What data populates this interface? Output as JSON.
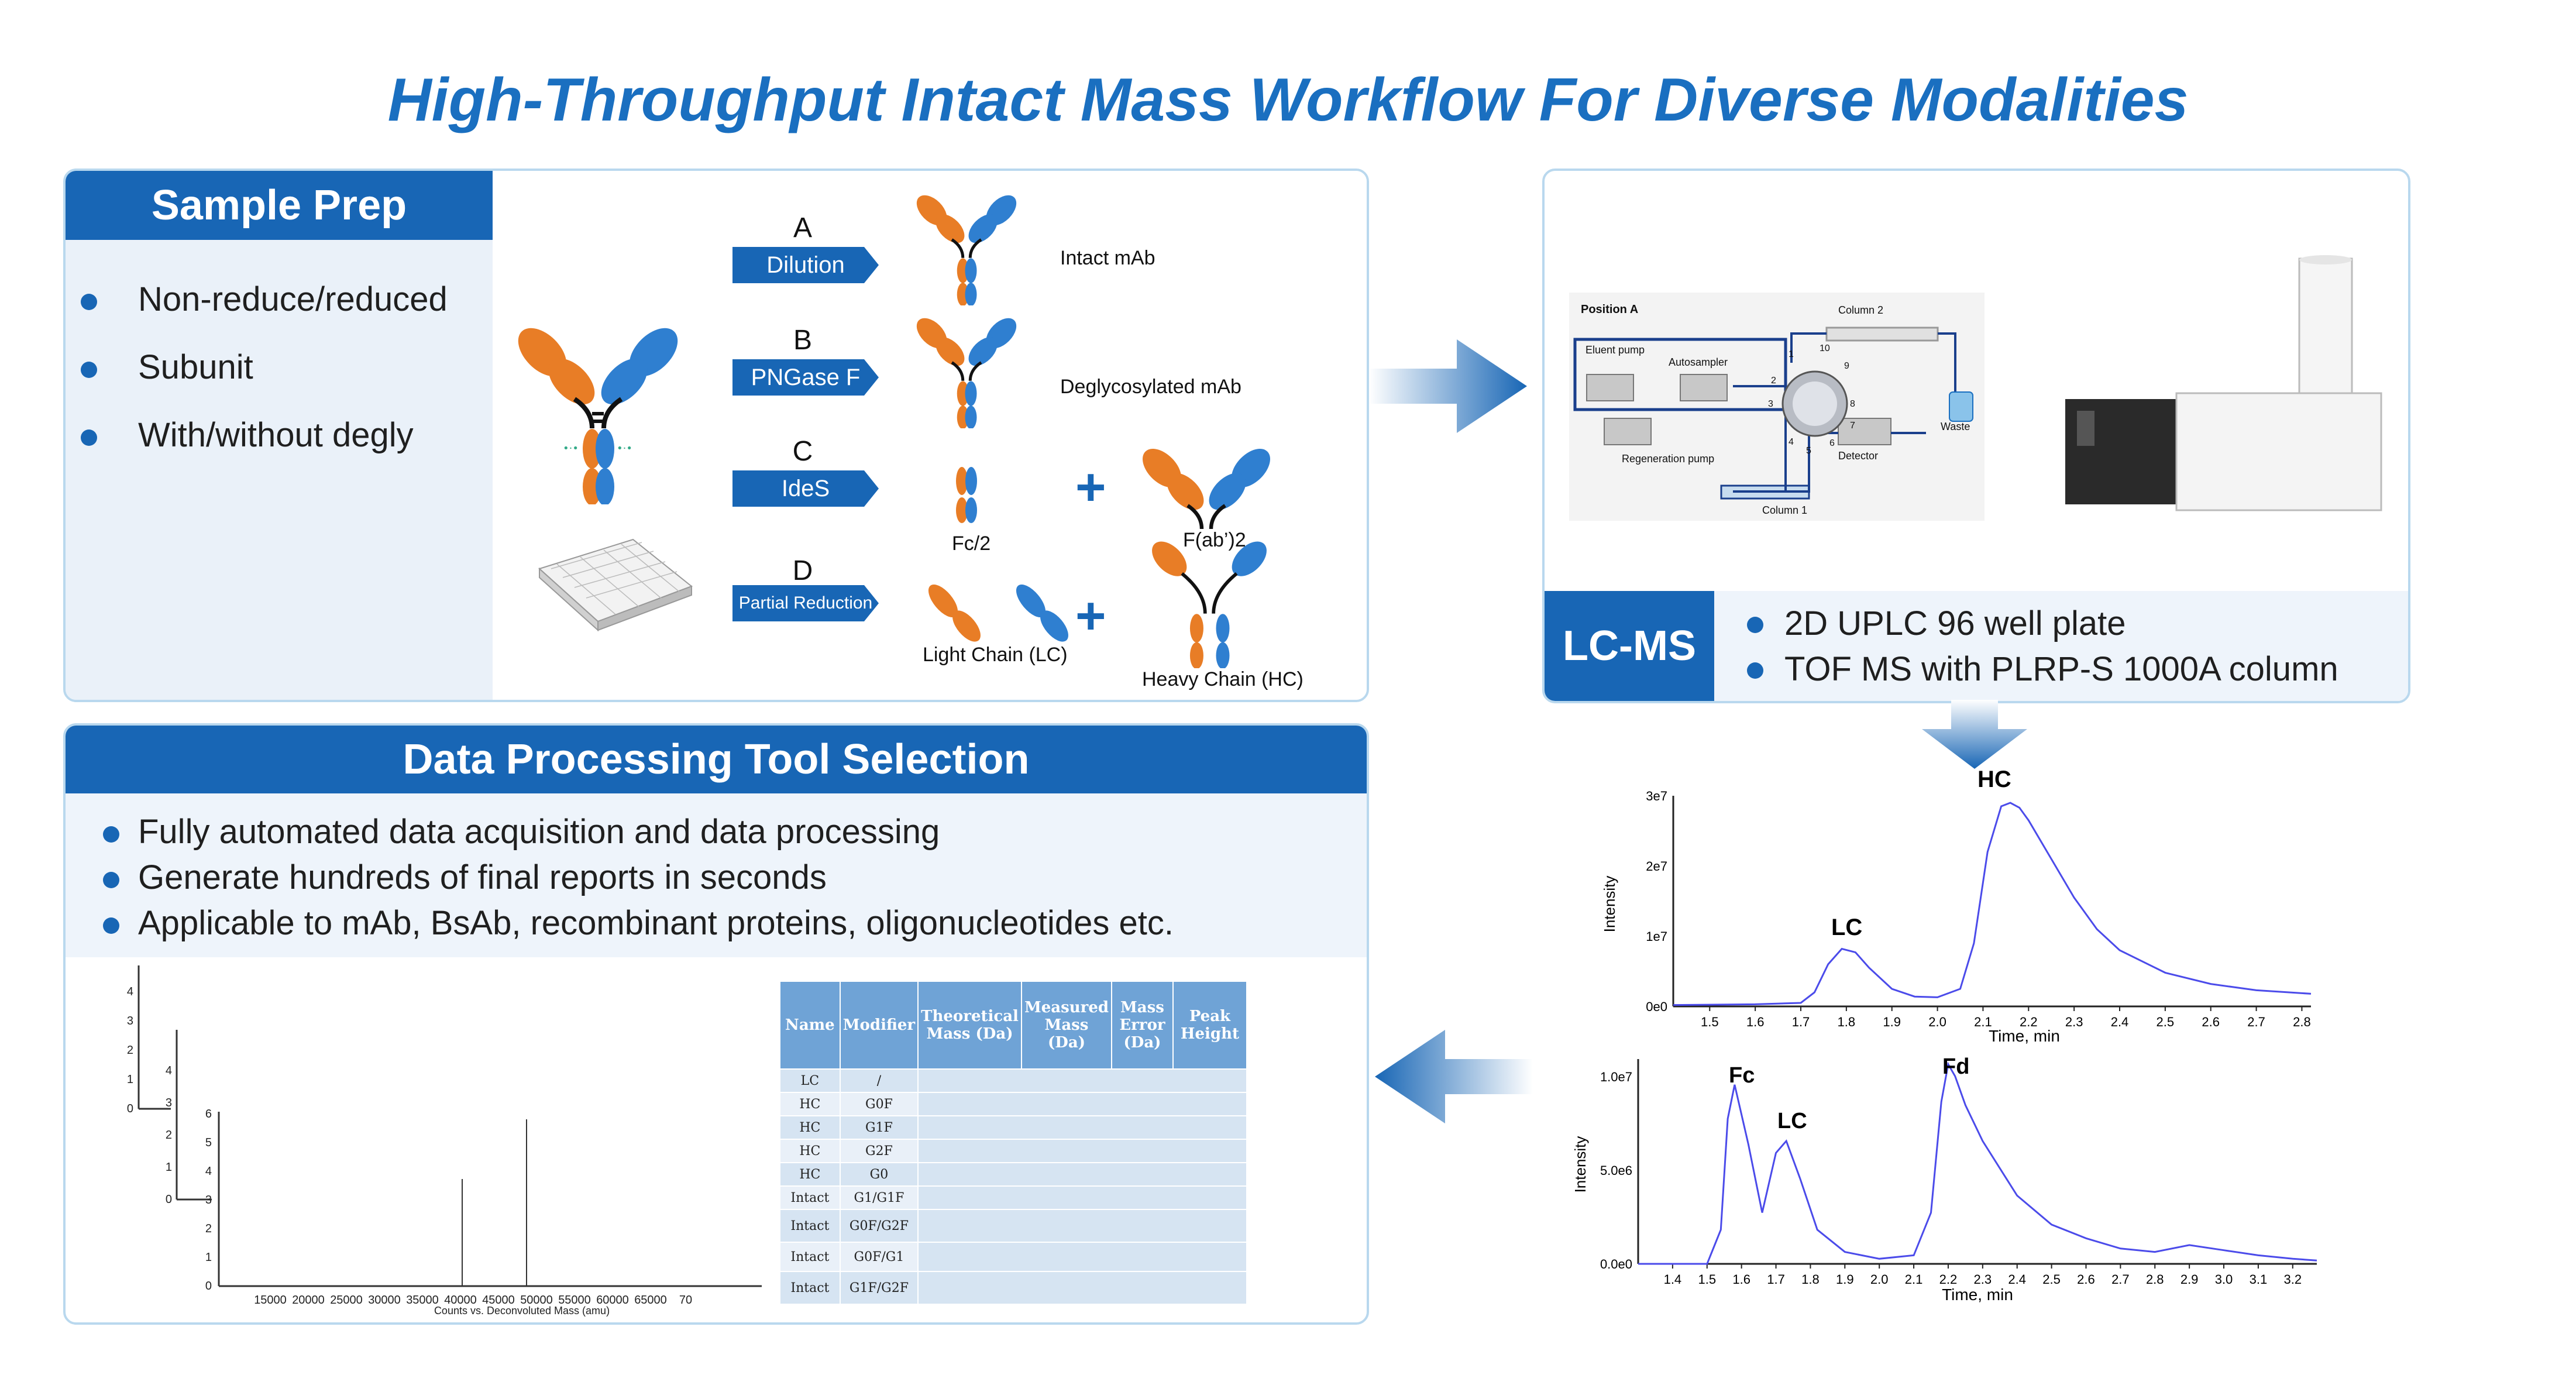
{
  "title": "High-Throughput Intact Mass Workflow For Diverse Modalities",
  "sample_prep": {
    "header": "Sample Prep",
    "bullets": [
      "Non-reduce/reduced",
      "Subunit",
      "With/without degly"
    ],
    "steps": [
      {
        "letter": "A",
        "label": "Dilution"
      },
      {
        "letter": "B",
        "label": "PNGase F"
      },
      {
        "letter": "C",
        "label": "IdeS"
      },
      {
        "letter": "D",
        "label": "Partial Reduction"
      }
    ],
    "products": {
      "intact": "Intact mAb",
      "deglycosylated": "Deglycosylated mAb",
      "fc2": "Fc/2",
      "fab2": "F(ab’)2",
      "lc": "Light Chain (LC)",
      "hc": "Heavy Chain (HC)"
    }
  },
  "lcms": {
    "header": "LC-MS",
    "bullets": [
      "2D UPLC 96 well plate",
      "TOF MS with PLRP-S 1000A column"
    ],
    "schematic": {
      "position": "Position A",
      "eluent_pump": "Eluent pump",
      "autosampler": "Autosampler",
      "column2": "Column 2",
      "column1": "Column 1",
      "regeneration_pump": "Regeneration pump",
      "detector": "Detector",
      "waste": "Waste",
      "ports": [
        "1",
        "2",
        "3",
        "4",
        "5",
        "6",
        "7",
        "8",
        "9",
        "10"
      ]
    }
  },
  "data_processing": {
    "header": "Data Processing Tool Selection",
    "bullets": [
      "Fully automated data acquisition and data processing",
      "Generate hundreds of final reports in seconds",
      "Applicable to mAb, BsAb, recombinant proteins, oligonucleotides etc."
    ],
    "spectrum": {
      "x_ticks": [
        "15000",
        "20000",
        "25000",
        "30000",
        "35000",
        "40000",
        "45000",
        "50000",
        "55000",
        "60000",
        "65000",
        "70"
      ],
      "x_label": "Counts vs. Deconvoluted Mass (amu)",
      "y_ticks_main": [
        "0",
        "1",
        "2",
        "3",
        "4",
        "5",
        "6"
      ],
      "y_ticks_back1": [
        "0",
        "1",
        "2",
        "3",
        "4"
      ],
      "y_ticks_back2": [
        "0",
        "1",
        "2",
        "3",
        "4"
      ]
    },
    "table": {
      "headers": [
        "Name",
        "Modifier",
        "Theoretical Mass (Da)",
        "Measured Mass (Da)",
        "Mass Error (Da)",
        "Peak Height"
      ],
      "rows": [
        [
          "LC",
          "/"
        ],
        [
          "HC",
          "G0F"
        ],
        [
          "HC",
          "G1F"
        ],
        [
          "HC",
          "G2F"
        ],
        [
          "HC",
          "G0"
        ],
        [
          "Intact",
          "G1/G1F"
        ],
        [
          "Intact",
          "G0F/G2F"
        ],
        [
          "Intact",
          "G0F/G1"
        ],
        [
          "Intact",
          "G1F/G2F"
        ]
      ]
    }
  },
  "chart_data": [
    {
      "type": "line",
      "title": "",
      "xlabel": "Time, min",
      "ylabel": "Intensity",
      "x_ticks": [
        "1.5",
        "1.6",
        "1.7",
        "1.8",
        "1.9",
        "2.0",
        "2.1",
        "2.2",
        "2.3",
        "2.4",
        "2.5",
        "2.6",
        "2.7",
        "2.8"
      ],
      "y_ticks": [
        "0e0",
        "1e7",
        "2e7",
        "3e7"
      ],
      "xlim": [
        1.42,
        2.82
      ],
      "ylim": [
        0,
        30000000
      ],
      "series": [
        {
          "x": [
            1.42,
            1.6,
            1.7,
            1.73,
            1.76,
            1.79,
            1.82,
            1.85,
            1.9,
            1.95,
            2.0,
            2.05,
            2.08,
            2.11,
            2.14,
            2.16,
            2.18,
            2.2,
            2.25,
            2.3,
            2.35,
            2.4,
            2.5,
            2.6,
            2.7,
            2.82
          ],
          "y": [
            200000,
            300000,
            500000,
            2000000,
            6000000,
            8200000,
            7700000,
            5500000,
            2500000,
            1400000,
            1300000,
            2500000,
            9000000,
            22000000,
            28500000,
            29000000,
            28300000,
            26500000,
            21000000,
            15500000,
            11000000,
            8000000,
            4800000,
            3200000,
            2300000,
            1800000
          ]
        }
      ],
      "annotations": [
        "LC",
        "HC"
      ]
    },
    {
      "type": "line",
      "title": "",
      "xlabel": "Time, min",
      "ylabel": "Intensity",
      "x_ticks": [
        "1.4",
        "1.5",
        "1.6",
        "1.7",
        "1.8",
        "1.9",
        "2.0",
        "2.1",
        "2.2",
        "2.3",
        "2.4",
        "2.5",
        "2.6",
        "2.7",
        "2.8",
        "2.9",
        "3.0",
        "3.1",
        "3.2"
      ],
      "y_ticks": [
        "0.0e0",
        "5.0e6",
        "1.0e7"
      ],
      "xlim": [
        1.3,
        3.27
      ],
      "ylim": [
        0,
        12000000
      ],
      "series": [
        {
          "x": [
            1.3,
            1.5,
            1.54,
            1.56,
            1.58,
            1.62,
            1.66,
            1.7,
            1.73,
            1.77,
            1.82,
            1.9,
            2.0,
            2.1,
            2.15,
            2.18,
            2.2,
            2.22,
            2.25,
            2.3,
            2.4,
            2.5,
            2.6,
            2.7,
            2.8,
            2.9,
            3.0,
            3.1,
            3.2,
            3.27
          ],
          "y": [
            0,
            0,
            2000000,
            8500000,
            10500000,
            7000000,
            3000000,
            6500000,
            7200000,
            5000000,
            2000000,
            700000,
            300000,
            500000,
            3000000,
            9500000,
            11700000,
            11000000,
            9300000,
            7200000,
            4000000,
            2300000,
            1500000,
            900000,
            700000,
            1100000,
            800000,
            500000,
            300000,
            200000
          ]
        }
      ],
      "annotations": [
        "Fc",
        "LC",
        "Fd"
      ]
    }
  ]
}
